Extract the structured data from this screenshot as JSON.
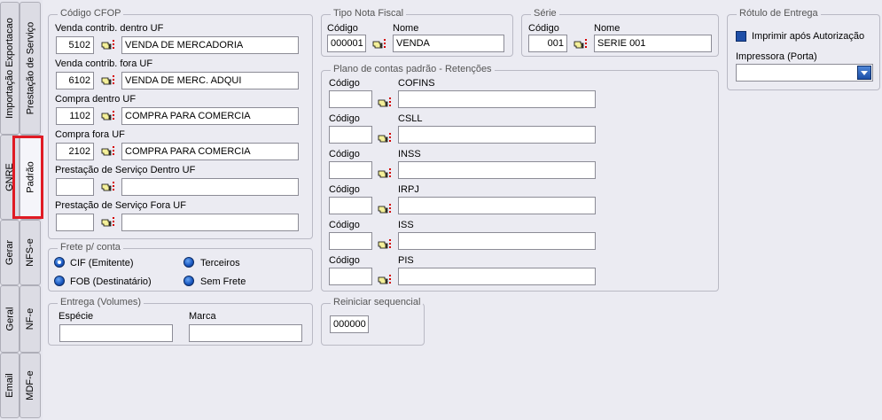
{
  "side_tabs": {
    "importacao_exportacao": "Importação Exportacao",
    "prestacao_servico": "Prestação de Serviço",
    "gnre": "GNRE",
    "padrao": "Padrão",
    "gerar": "Gerar",
    "nfs_e": "NFS-e",
    "geral": "Geral",
    "nf_e": "NF-e",
    "email": "Email",
    "mdf_e": "MDF-e"
  },
  "cfop": {
    "legend": "Código CFOP",
    "rows": [
      {
        "label": "Venda contrib. dentro UF",
        "code": "5102",
        "desc": "VENDA DE MERCADORIA"
      },
      {
        "label": "Venda contrib. fora UF",
        "code": "6102",
        "desc": "VENDA DE MERC. ADQUI"
      },
      {
        "label": "Compra dentro UF",
        "code": "1102",
        "desc": "COMPRA PARA COMERCIA"
      },
      {
        "label": "Compra fora UF",
        "code": "2102",
        "desc": "COMPRA PARA COMERCIA"
      },
      {
        "label": "Prestação de Serviço Dentro UF",
        "code": "",
        "desc": ""
      },
      {
        "label": "Prestação de Serviço Fora UF",
        "code": "",
        "desc": ""
      }
    ]
  },
  "frete": {
    "legend": "Frete p/ conta",
    "options": [
      "CIF (Emitente)",
      "FOB (Destinatário)",
      "Terceiros",
      "Sem Frete"
    ],
    "selected": "CIF (Emitente)"
  },
  "entrega": {
    "legend": "Entrega (Volumes)",
    "especie_label": "Espécie",
    "marca_label": "Marca",
    "especie": "",
    "marca": ""
  },
  "tipo_nota": {
    "legend": "Tipo Nota Fiscal",
    "codigo_label": "Código",
    "nome_label": "Nome",
    "codigo": "000001",
    "nome": "VENDA"
  },
  "serie": {
    "legend": "Série",
    "codigo_label": "Código",
    "nome_label": "Nome",
    "codigo": "001",
    "nome": "SERIE 001"
  },
  "plano": {
    "legend": "Plano de contas padrão - Retenções",
    "codigo_label": "Código",
    "items": [
      {
        "name": "COFINS",
        "code": "",
        "desc": ""
      },
      {
        "name": "CSLL",
        "code": "",
        "desc": ""
      },
      {
        "name": "INSS",
        "code": "",
        "desc": ""
      },
      {
        "name": "IRPJ",
        "code": "",
        "desc": ""
      },
      {
        "name": "ISS",
        "code": "",
        "desc": ""
      },
      {
        "name": "PIS",
        "code": "",
        "desc": ""
      }
    ]
  },
  "reiniciar": {
    "legend": "Reiniciar sequencial",
    "value": "000000"
  },
  "rotulo": {
    "legend": "Rótulo de Entrega",
    "imprimir_label": "Imprimir após Autorização",
    "impressora_label": "Impressora (Porta)",
    "impressora_value": ""
  },
  "icons": {
    "lookup": "pointing-hand-lookup-icon"
  }
}
